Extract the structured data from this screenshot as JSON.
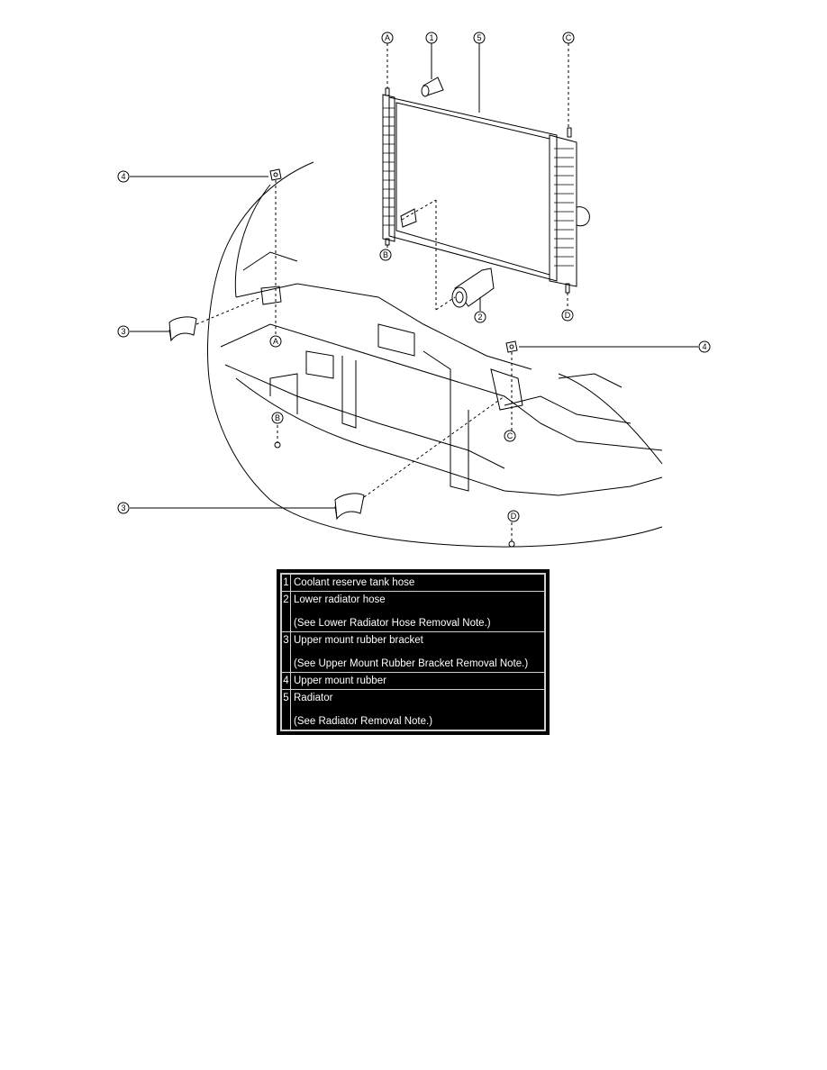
{
  "callouts": {
    "letters": [
      "A",
      "B",
      "C",
      "D"
    ],
    "numbers": [
      "1",
      "2",
      "3",
      "4",
      "5"
    ]
  },
  "legend": {
    "rows": [
      {
        "num": "1",
        "name": "Coolant reserve tank hose",
        "note": ""
      },
      {
        "num": "2",
        "name": "Lower radiator hose",
        "note": "(See Lower Radiator Hose Removal Note.)"
      },
      {
        "num": "3",
        "name": "Upper mount rubber bracket",
        "note": "(See Upper Mount Rubber Bracket Removal Note.)"
      },
      {
        "num": "4",
        "name": "Upper mount rubber",
        "note": ""
      },
      {
        "num": "5",
        "name": "Radiator",
        "note": "(See Radiator Removal Note.)"
      }
    ]
  }
}
